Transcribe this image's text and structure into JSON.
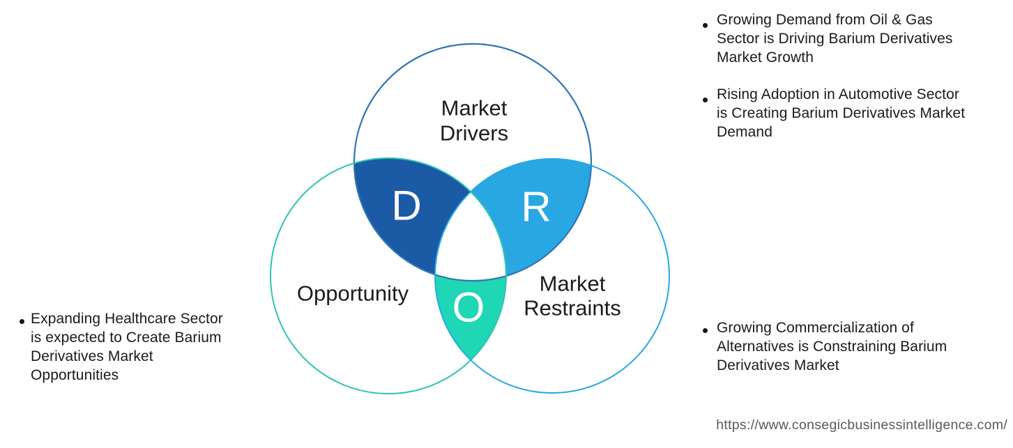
{
  "venn": {
    "labels": {
      "drivers_line1": "Market",
      "drivers_line2": "Drivers",
      "opportunity": "Opportunity",
      "restraints_line1": "Market",
      "restraints_line2": "Restraints"
    },
    "letters": {
      "d": "D",
      "r": "R",
      "o": "O"
    },
    "colors": {
      "drivers_outline": "#2e75b6",
      "opportunity_outline": "#2fc4b1",
      "restraints_outline": "#29a8e0",
      "d_lens": "#1b5aa5",
      "r_lens": "#29a7e2",
      "o_lens": "#1fd6b5",
      "overlap_bg": "#ffffff"
    }
  },
  "annotations": {
    "drivers": [
      {
        "lines": [
          "Growing Demand from Oil & Gas",
          "Sector is Driving Barium Derivatives",
          "Market Growth"
        ]
      },
      {
        "lines": [
          "Rising Adoption in Automotive Sector",
          "is Creating Barium Derivatives Market",
          "Demand"
        ]
      }
    ],
    "opportunity": [
      {
        "lines": [
          "Expanding Healthcare Sector",
          "is expected to Create Barium",
          "Derivatives Market",
          "Opportunities"
        ]
      }
    ],
    "restraints": [
      {
        "lines": [
          "Growing Commercialization of",
          "Alternatives is Constraining Barium",
          "Derivatives Market"
        ]
      }
    ]
  },
  "footer": {
    "url": "https://www.consegicbusinessintelligence.com/"
  }
}
